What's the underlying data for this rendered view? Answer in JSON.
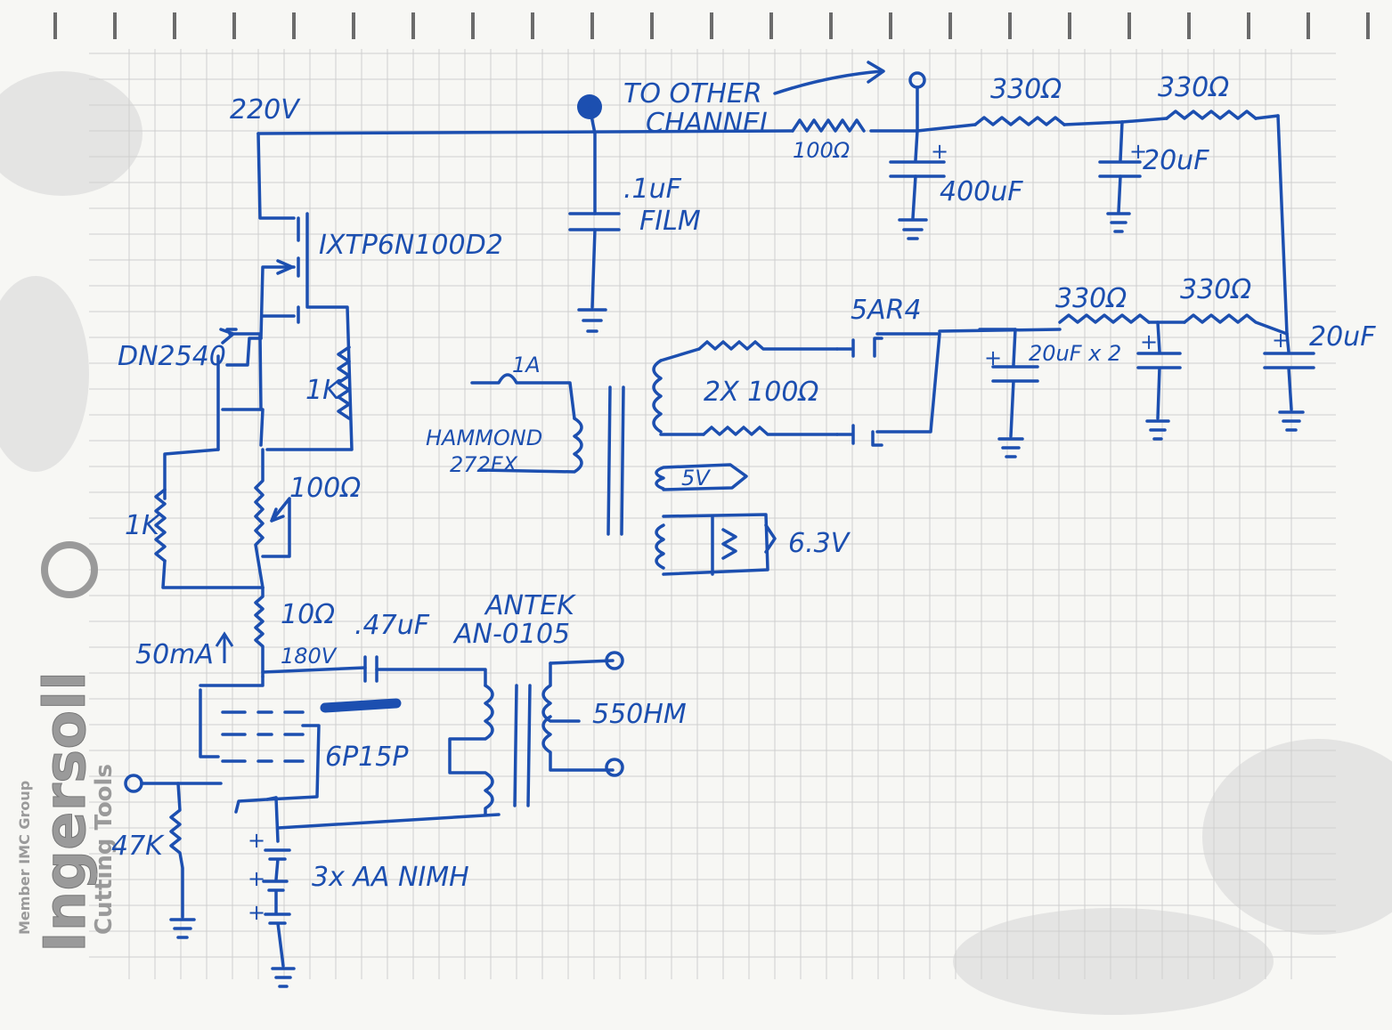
{
  "colors": {
    "ink": "#1c4fb0",
    "grid": "#cfcfcf",
    "paper": "#f7f7f4",
    "watermark": "#9a9a9a"
  },
  "branding": {
    "logo_text": "Ingersoll",
    "tagline": "Cutting Tools",
    "member": "Member IMC Group"
  },
  "labels": {
    "supply_220v": "220V",
    "to_other_channel_1": "TO OTHER",
    "to_other_channel_2": "CHANNEL",
    "r_100_feed": "100Ω",
    "r_330_a": "330Ω",
    "r_330_b": "330Ω",
    "c_400uf": "400uF",
    "c_20uf_top": "20uF",
    "c_01uf": ".1uF",
    "film": "FILM",
    "mosfet": "IXTP6N100D2",
    "dn2540": "DN2540",
    "r_1k_gate": "1K",
    "r_1k_left": "1K",
    "pot_100": "100Ω",
    "rect_5ar4": "5AR4",
    "r_330_c": "330Ω",
    "r_330_d": "330Ω",
    "c_20uf_x2": "20uF x 2",
    "c_20uf_right": "20uF",
    "fuse_1a": "1A",
    "hammond_1": "HAMMOND",
    "hammond_2": "272FX",
    "r_2x100": "2X 100Ω",
    "v5": "5V",
    "v63": "6.3V",
    "current_50ma": "50mA",
    "r_10": "10Ω",
    "v180": "180V",
    "c_47uf": ".47uF",
    "antek_1": "ANTEK",
    "antek_2": "AN-0105",
    "ohm_550": "550HM",
    "tube_6p15p": "6P15P",
    "r_47k": "47K",
    "battery": "3x AA NIMH",
    "plus": "+"
  }
}
